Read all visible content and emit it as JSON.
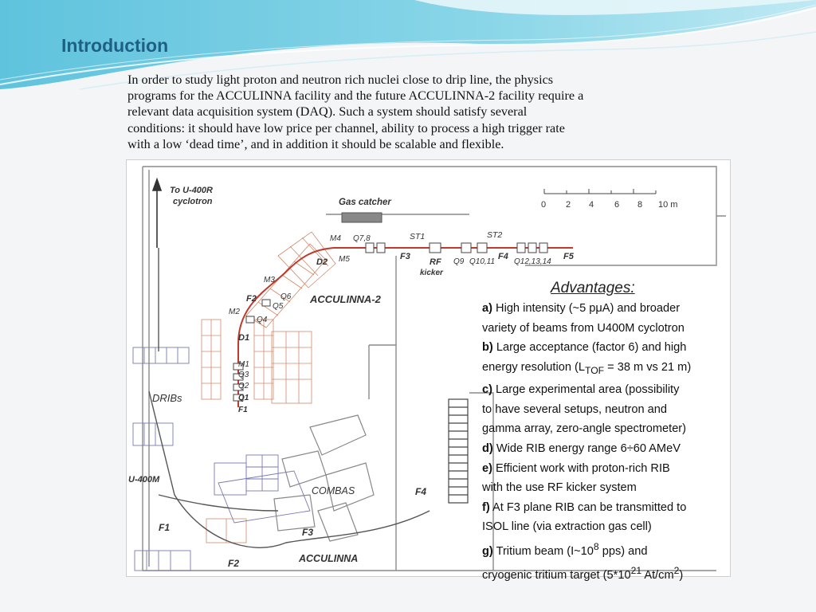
{
  "slide": {
    "title": "Introduction",
    "intro_lines": [
      "In order to study light proton and neutron rich nuclei close to drip line, the physics",
      "programs for the ACCULINNA facility and the future ACCULINNA-2 facility require a",
      "relevant data acquisition system (DAQ). Such a system should satisfy several",
      "conditions: it should have low price per channel, ability to process a high trigger rate",
      "with a low ‘dead time’, and in addition it should be scalable and flexible."
    ]
  },
  "diagram": {
    "labels": {
      "to_cyclotron_1": "To U-400R",
      "to_cyclotron_2": "cyclotron",
      "gas_catcher": "Gas catcher",
      "m4": "M4",
      "q78": "Q7,8",
      "m5": "M5",
      "d2": "D2",
      "st1": "ST1",
      "st2": "ST2",
      "f3_top": "F3",
      "rf": "RF",
      "kicker": "kicker",
      "q9": "Q9",
      "q1011": "Q10,11",
      "f4_top": "F4",
      "q121314": "Q12,13,14",
      "f5": "F5",
      "m3": "M3",
      "f2_top": "F2",
      "q6": "Q6",
      "q5": "Q5",
      "m2": "M2",
      "q4": "Q4",
      "acculinna2": "ACCULINNA-2",
      "d1": "D1",
      "m1": "M1",
      "q3": "Q3",
      "q2": "Q2",
      "q1": "Q1",
      "f1_top": "F1",
      "dribs": "DRIBs",
      "u400m": "U-400M",
      "combas": "COMBAS",
      "f4_low": "F4",
      "f1_low": "F1",
      "f3_low": "F3",
      "f2_low": "F2",
      "acculinna": "ACCULINNA"
    },
    "scale_ticks": [
      "0",
      "2",
      "4",
      "6",
      "8",
      "10 m"
    ],
    "advantages": {
      "heading": "Advantages:",
      "lines": [
        {
          "key": "a)",
          "text": " High intensity (~5 pμA) and broader"
        },
        {
          "key": "",
          "text": "variety of beams from U400M cyclotron"
        },
        {
          "key": "b)",
          "text": " Large acceptance (factor 6) and high"
        },
        {
          "key": "",
          "text": "energy resolution (L",
          "sub": "TOF",
          "after": " = 38 m vs 21 m)"
        },
        {
          "key": "c)",
          "text": " Large experimental area (possibility"
        },
        {
          "key": "",
          "text": "to have several setups, neutron and"
        },
        {
          "key": "",
          "text": "gamma array, zero-angle spectrometer)"
        },
        {
          "key": "d)",
          "text": " Wide RIB energy range 6÷60 AMeV"
        },
        {
          "key": "e)",
          "text": " Efficient work with proton-rich RIB"
        },
        {
          "key": "",
          "text": "with the use  RF kicker system"
        },
        {
          "key": "f)",
          "text": " At F3 plane RIB can be transmitted to"
        },
        {
          "key": "",
          "text": "ISOL line (via extraction gas cell)"
        },
        {
          "key": "g)",
          "text": " Tritium beam (I~10",
          "sup": "8",
          "after": " pps) and"
        },
        {
          "key": "",
          "text": "cryogenic tritium target (5*10",
          "sup": "21",
          "after": " At/cm",
          "sup2": "2",
          "after2": ")"
        }
      ]
    }
  }
}
